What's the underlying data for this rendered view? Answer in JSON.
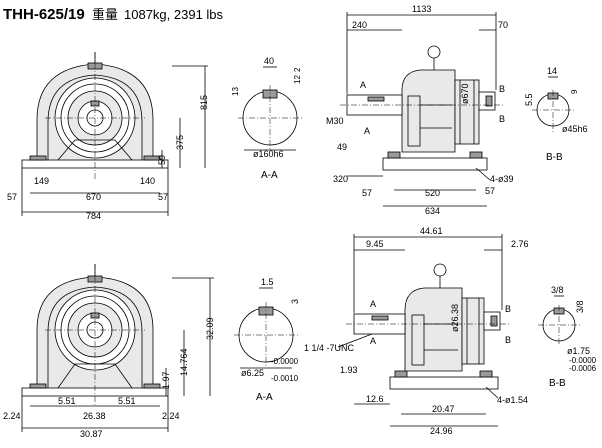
{
  "header": {
    "model": "THH-625/19",
    "weight_label": "重量",
    "weight_values": "1087kg, 2391 lbs"
  },
  "metric": {
    "front": {
      "height": "815",
      "shaft_height": "375",
      "foot_height": "59",
      "foot_left": "149",
      "foot_right": "140",
      "bolt_span": "670",
      "overhang_left": "57",
      "overhang_right": "57",
      "base_width": "784"
    },
    "shaft_section": {
      "key_width": "40",
      "key_depth_a": "12",
      "key_depth_b": "2",
      "offset": "13",
      "diameter": "ø160h6",
      "label": "A-A"
    },
    "side": {
      "overall_length": "1133",
      "shaft_ext": "240",
      "right_ext": "70",
      "thread": "M30",
      "body_dia": "ø670",
      "flange_offset": "49",
      "foot_left": "320",
      "foot_bolt": "520",
      "bolt_holes": "4-ø39",
      "overhang_left": "57",
      "overhang_right": "57",
      "base_length": "634",
      "section_mark": "A"
    },
    "input_section": {
      "key_width": "14",
      "key_depth": "5.5",
      "offset": "9",
      "diameter": "ø45h6",
      "label": "B-B",
      "section_mark": "B"
    }
  },
  "imperial": {
    "front": {
      "height": "32.09",
      "shaft_height": "14.764",
      "foot_height": "1.97",
      "bolt_span": "26.38",
      "overhang_left": "2.24",
      "overhang_right": "2.24",
      "foot_left": "5.51",
      "foot_right": "5.51",
      "base_width": "30.87"
    },
    "shaft_section": {
      "key_width": "1.5",
      "key_depth": "3",
      "diameter": "ø6.25",
      "tol_upper": "-0.0000",
      "tol_lower": "-0.0010",
      "label": "A-A"
    },
    "side": {
      "overall_length": "44.61",
      "shaft_ext": "9.45",
      "right_ext": "2.76",
      "thread": "1 1/4 -7UNC",
      "body_dia": "ø26.38",
      "flange_offset": "1.93",
      "foot_left": "12.6",
      "foot_bolt": "20.47",
      "bolt_holes": "4-ø1.54",
      "base_length": "24.96",
      "section_mark": "A"
    },
    "input_section": {
      "key_width": "3/8",
      "key_depth": "3/8",
      "diameter": "ø1.75",
      "tol_upper": "-0.0000",
      "tol_lower": "-0.0006",
      "label": "B-B",
      "section_mark": "B"
    }
  }
}
